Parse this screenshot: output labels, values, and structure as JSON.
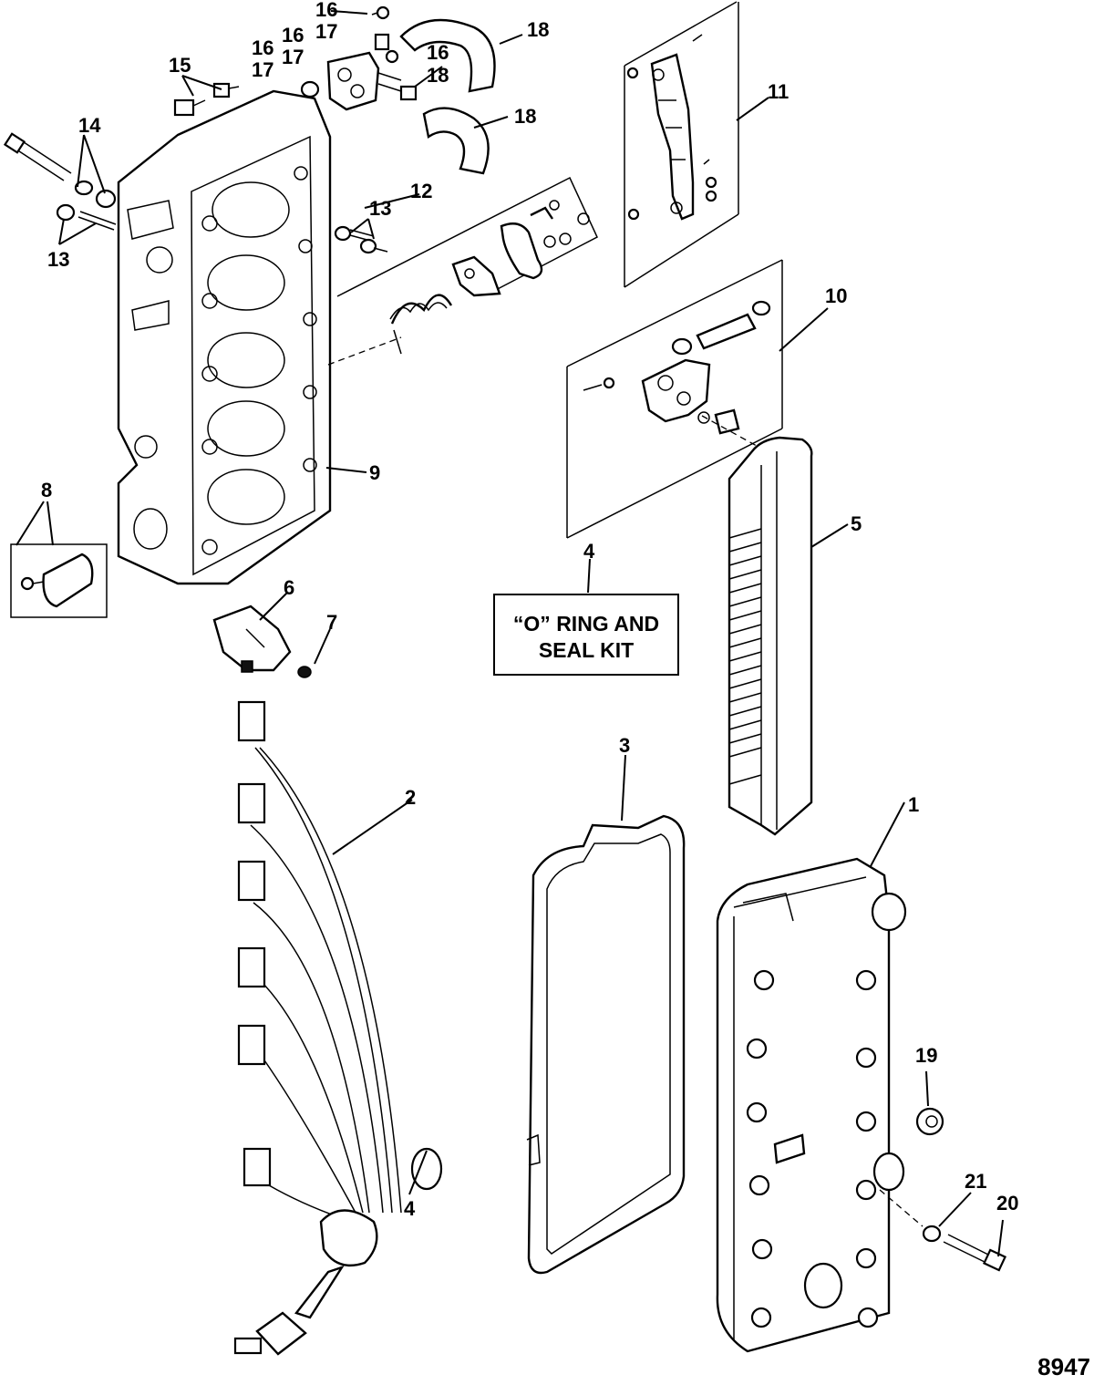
{
  "callouts": {
    "c1": "1",
    "c2": "2",
    "c3": "3",
    "c4a": "4",
    "c4b": "4",
    "c5": "5",
    "c6": "6",
    "c7": "7",
    "c8": "8",
    "c9": "9",
    "c10": "10",
    "c11": "11",
    "c12": "12",
    "c13a": "13",
    "c13b": "13",
    "c14": "14",
    "c15": "15",
    "c16a": "16",
    "c17a": "17",
    "c16b": "16",
    "c17b": "17",
    "c16c": "16",
    "c17c": "17",
    "c16d": "16",
    "c18a": "18",
    "c18b": "18",
    "c18c": "18",
    "c19": "19",
    "c20": "20",
    "c21": "21"
  },
  "kit_label": {
    "line1": "“O” RING AND",
    "line2": "SEAL KIT"
  },
  "figure_number": "8947"
}
